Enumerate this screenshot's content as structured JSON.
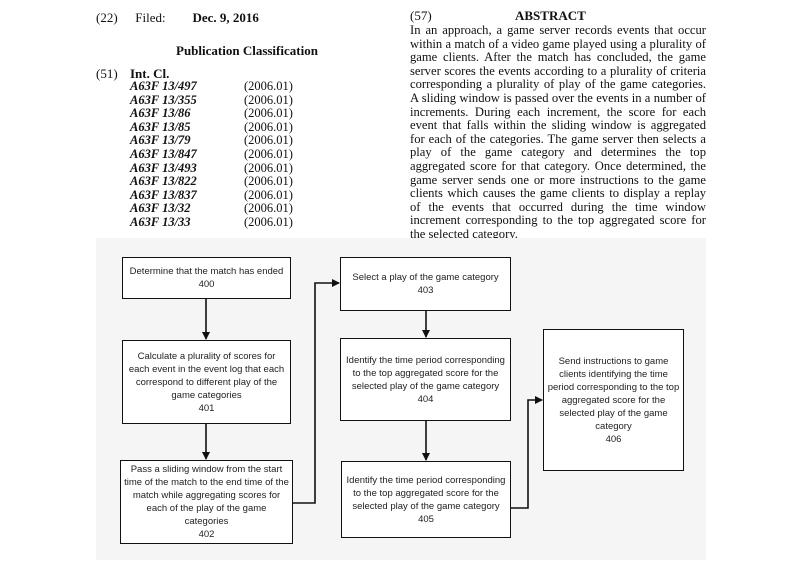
{
  "header": {
    "filed_num": "(22)",
    "filed_label": "Filed:",
    "filed_date": "Dec. 9, 2016",
    "publication_classification": "Publication Classification",
    "intcl_num": "(51)",
    "intcl_label": "Int. Cl.",
    "classifications": [
      {
        "code": "A63F 13/497",
        "year": "(2006.01)"
      },
      {
        "code": "A63F 13/355",
        "year": "(2006.01)"
      },
      {
        "code": "A63F 13/86",
        "year": "(2006.01)"
      },
      {
        "code": "A63F 13/85",
        "year": "(2006.01)"
      },
      {
        "code": "A63F 13/79",
        "year": "(2006.01)"
      },
      {
        "code": "A63F 13/847",
        "year": "(2006.01)"
      },
      {
        "code": "A63F 13/493",
        "year": "(2006.01)"
      },
      {
        "code": "A63F 13/822",
        "year": "(2006.01)"
      },
      {
        "code": "A63F 13/837",
        "year": "(2006.01)"
      },
      {
        "code": "A63F 13/32",
        "year": "(2006.01)"
      },
      {
        "code": "A63F 13/33",
        "year": "(2006.01)"
      }
    ]
  },
  "abstract": {
    "num": "(57)",
    "title": "ABSTRACT",
    "text": "In an approach, a game server records events that occur within a match of a video game played using a plurality of game clients. After the match has concluded, the game server scores the events according to a plurality of criteria corresponding a plurality of play of the game categories. A sliding window is passed over the events in a number of increments. During each increment, the score for each event that falls within the sliding window is aggregated for each of the categories. The game server then selects a play of the game category and determines the top aggregated score for that category. Once determined, the game server sends one or more instructions to the game clients which causes the game clients to display a replay of the events that occurred during the time window increment corresponding to the top aggregated score for the selected category."
  },
  "flowchart": {
    "boxes": [
      {
        "text": "Determine that the match has ended",
        "ref": "400"
      },
      {
        "text": "Calculate a plurality of scores for each event in the event log that each correspond to different play of the game categories",
        "ref": "401"
      },
      {
        "text": "Pass a sliding window from the start time of the match to the end time of the match while aggregating scores for each of the play of the game categories",
        "ref": "402"
      },
      {
        "text": "Select a play of the game category",
        "ref": "403"
      },
      {
        "text": "Identify the time period corresponding to the top aggregated score for the selected play of the game category",
        "ref": "404"
      },
      {
        "text": "Identify the time period corresponding to the top aggregated score for the selected play of the game category",
        "ref": "405"
      },
      {
        "text": "Send instructions to game clients identifying the time period corresponding to the top aggregated score for the selected play of the game category",
        "ref": "406"
      }
    ]
  }
}
